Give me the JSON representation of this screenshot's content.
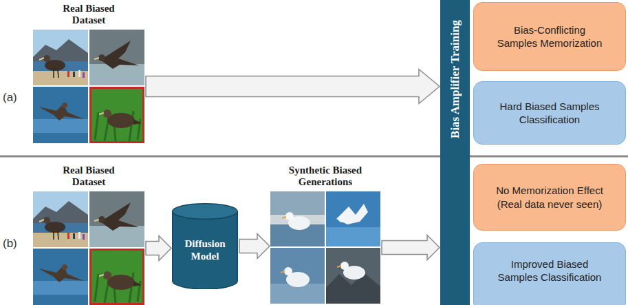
{
  "diagram": {
    "nodes": [
      {
        "text": [
          "Real Biased Dataset"
        ]
      },
      {
        "text": [
          "Bias Amplifier Training"
        ]
      },
      {
        "text": [
          "Bias-Conflicting Samples Memorization"
        ]
      },
      {
        "text": [
          "Hard Biased Samples Classification"
        ]
      },
      {
        "text": [
          "Real Biased Dataset"
        ]
      },
      {
        "text": [
          "Diffusion Model"
        ]
      },
      {
        "text": [
          "Synthetic Biased Generations"
        ]
      },
      {
        "text": [
          "No Memorization Effect (Real data never seen)"
        ]
      },
      {
        "text": [
          "Improved Biased Samples Classification"
        ]
      }
    ],
    "edges": [
      {
        "from": 0,
        "to": 1,
        "arrow": "to"
      },
      {
        "from": 4,
        "to": 5,
        "arrow": "to"
      },
      {
        "from": 5,
        "to": 6,
        "arrow": "to"
      },
      {
        "from": 6,
        "to": 1,
        "arrow": "to"
      }
    ],
    "labels": [
      "(a)",
      "(b)"
    ]
  }
}
